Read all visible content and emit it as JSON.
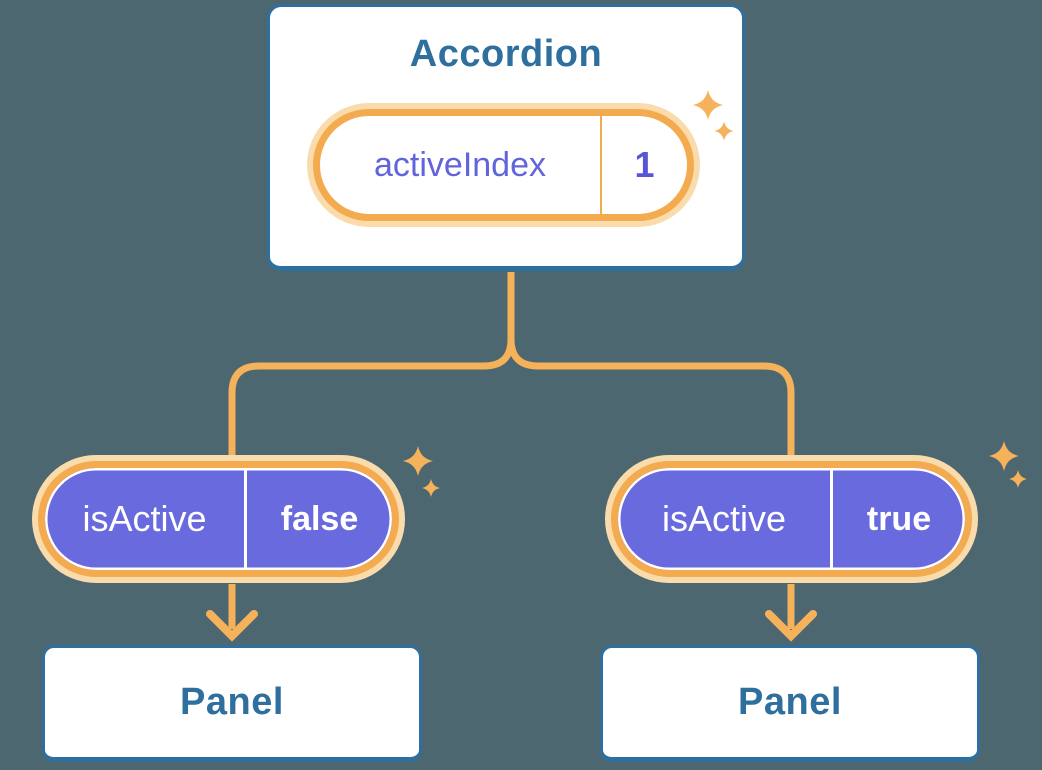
{
  "diagram": {
    "accordion": {
      "title": "Accordion",
      "state_name": "activeIndex",
      "state_value": "1"
    },
    "left_branch": {
      "prop_name": "isActive",
      "prop_value": "false",
      "panel_label": "Panel"
    },
    "right_branch": {
      "prop_name": "isActive",
      "prop_value": "true",
      "panel_label": "Panel"
    }
  },
  "theme": {
    "bg": "#4D6771",
    "blue": "#2F6F9D",
    "orange-ring": "#F4AA4E",
    "orange-glow": "#FADCAC",
    "connector": "#F6B25A",
    "purple-fill": "#6A6ADF",
    "purple-text": "#6164DB",
    "purple-bold": "#5656D6",
    "white": "#FFFFFF"
  }
}
